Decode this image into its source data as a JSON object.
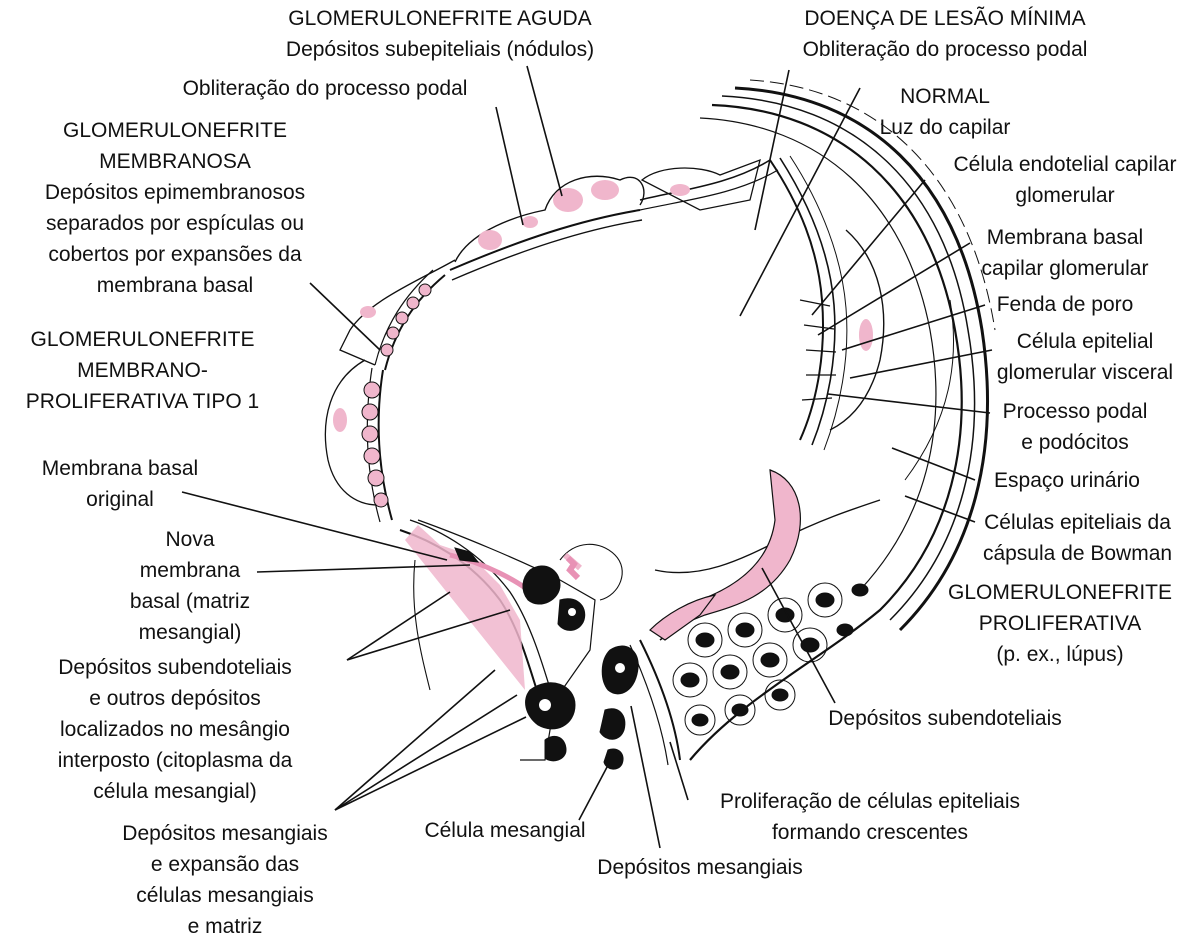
{
  "labels": {
    "ga_title": "GLOMERULONEFRITE AGUDA",
    "ga_deposits": "Depósitos subepiteliais (nódulos)",
    "ga_oblit": "Obliteração do processo podal",
    "dlm_title": "DOENÇA DE LESÃO MÍNIMA",
    "dlm_oblit": "Obliteração do processo podal",
    "normal_title": "NORMAL",
    "normal_lumen": "Luz do capilar",
    "endo_1": "Célula endotelial capilar",
    "endo_2": "glomerular",
    "gbm_1": "Membrana basal",
    "gbm_2": "capilar glomerular",
    "pore": "Fenda de poro",
    "epi_1": "Célula epitelial",
    "epi_2": "glomerular visceral",
    "foot_1": "Processo podal",
    "foot_2": "e podócitos",
    "urinary": "Espaço urinário",
    "bowman_1": "Células epiteliais da",
    "bowman_2": "cápsula de Bowman",
    "prolif_1": "GLOMERULONEFRITE",
    "prolif_2": "PROLIFERATIVA",
    "prolif_3": "(p. ex., lúpus)",
    "subendo_right": "Depósitos subendoteliais",
    "crescent_1": "Proliferação de células epiteliais",
    "crescent_2": "formando crescentes",
    "mes_deposits_bottom": "Depósitos mesangiais",
    "mes_cell": "Célula mesangial",
    "memb_1": "GLOMERULONEFRITE",
    "memb_2": "MEMBRANOSA",
    "memb_3": "Depósitos epimembranosos",
    "memb_4": "separados por espículas ou",
    "memb_5": "cobertos por expansões da",
    "memb_6": "membrana basal",
    "mpgn_1": "GLOMERULONEFRITE",
    "mpgn_2": "MEMBRANO-",
    "mpgn_3": "PROLIFERATIVA TIPO 1",
    "orig_1": "Membrana basal",
    "orig_2": "original",
    "new_1": "Nova",
    "new_2": "membrana",
    "new_3": "basal (matriz",
    "new_4": "mesangial)",
    "subendo_left_1": "Depósitos subendoteliais",
    "subendo_left_2": "e outros depósitos",
    "subendo_left_3": "localizados no mesângio",
    "subendo_left_4": "interposto (citoplasma da",
    "subendo_left_5": "célula mesangial)",
    "mesexp_1": "Depósitos mesangiais",
    "mesexp_2": "e expansão das",
    "mesexp_3": "células mesangiais",
    "mesexp_4": "e matriz"
  },
  "colors": {
    "deposit_fill": "#f0b6cc",
    "deposit_dark": "#e892b5",
    "ink": "#111111",
    "background": "#ffffff"
  }
}
